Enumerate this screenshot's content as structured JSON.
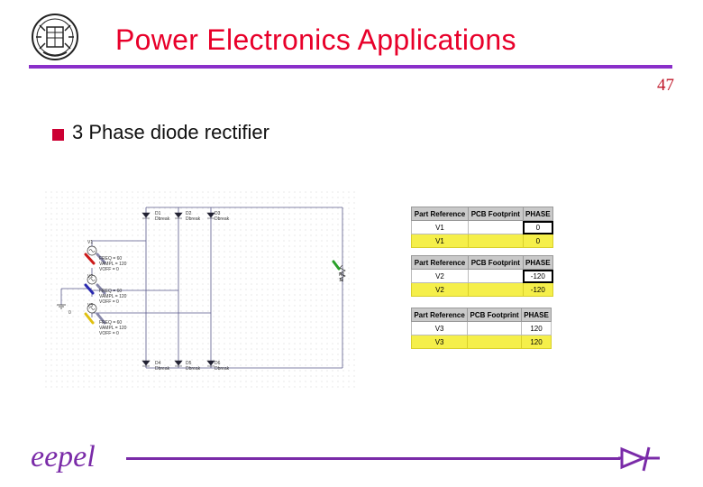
{
  "header": {
    "title": "Power Electronics Applications",
    "page_number": "47"
  },
  "content": {
    "heading": "3 Phase diode rectifier"
  },
  "schematic": {
    "diodes_top": [
      {
        "ref": "D1",
        "model": "Dbreak"
      },
      {
        "ref": "D2",
        "model": "Dbreak"
      },
      {
        "ref": "D3",
        "model": "Dbreak"
      }
    ],
    "diodes_bottom": [
      {
        "ref": "D4",
        "model": "Dbreak"
      },
      {
        "ref": "D5",
        "model": "Dbreak"
      },
      {
        "ref": "D6",
        "model": "Dbreak"
      }
    ],
    "sources": [
      {
        "ref": "V1",
        "freq": "FREQ = 60",
        "vampl": "VAMPL = 120",
        "voff": "VOFF = 0"
      },
      {
        "ref": "V2",
        "freq": "FREQ = 60",
        "vampl": "VAMPL = 120",
        "voff": "VOFF = 0"
      },
      {
        "ref": "V3",
        "freq": "FREQ = 60",
        "vampl": "VAMPL = 120",
        "voff": "VOFF = 0"
      }
    ],
    "load": {
      "ref": "R1",
      "value": "1k"
    },
    "ground": "0"
  },
  "property_tables": {
    "headers": [
      "Part Reference",
      "PCB Footprint",
      "PHASE"
    ],
    "tables": [
      {
        "rows": [
          [
            "V1",
            "",
            "0"
          ],
          [
            "V1",
            "",
            "0"
          ]
        ]
      },
      {
        "rows": [
          [
            "V2",
            "",
            "-120"
          ],
          [
            "V2",
            "",
            "-120"
          ]
        ]
      },
      {
        "rows": [
          [
            "V3",
            "",
            "120"
          ],
          [
            "V3",
            "",
            "120"
          ]
        ]
      }
    ]
  },
  "footer": {
    "logo_text": "eepel"
  },
  "colors": {
    "title": "#e8002a",
    "rule": "#8a2fc9",
    "bullet": "#cc0033",
    "highlight": "#f5ef4a"
  }
}
